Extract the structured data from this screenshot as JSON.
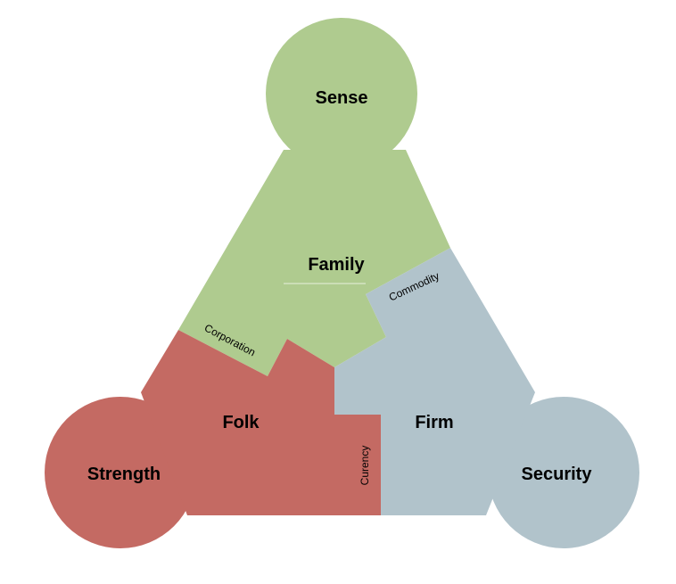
{
  "diagram": {
    "labels": {
      "sense": "Sense",
      "family": "Family",
      "folk": "Folk",
      "firm": "Firm",
      "strength": "Strength",
      "security": "Security",
      "corporation": "Corporation",
      "commodity": "Commodity",
      "curency": "Curency"
    },
    "colors": {
      "green": "#afcb8f",
      "red": "#c46a63",
      "blue": "#b1c3cb"
    }
  }
}
